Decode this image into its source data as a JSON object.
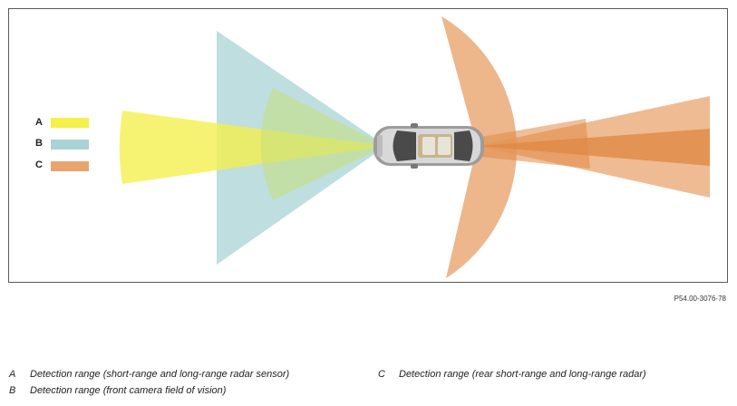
{
  "colors": {
    "A": "#f5f04a",
    "B": "#a9d3d6",
    "C": "#e9a46e",
    "C_dark": "#e08a45",
    "frame": "#5a5a5a"
  },
  "legend": [
    {
      "key": "A"
    },
    {
      "key": "B"
    },
    {
      "key": "C"
    }
  ],
  "reference": "P54.00-3076-78",
  "captions": [
    {
      "letter": "A",
      "text": "Detection range (short-range and long-range radar sensor)"
    },
    {
      "letter": "B",
      "text": "Detection range (front camera field of vision)"
    },
    {
      "letter": "C",
      "text": "Detection range (rear short-range and long-range radar)"
    }
  ]
}
